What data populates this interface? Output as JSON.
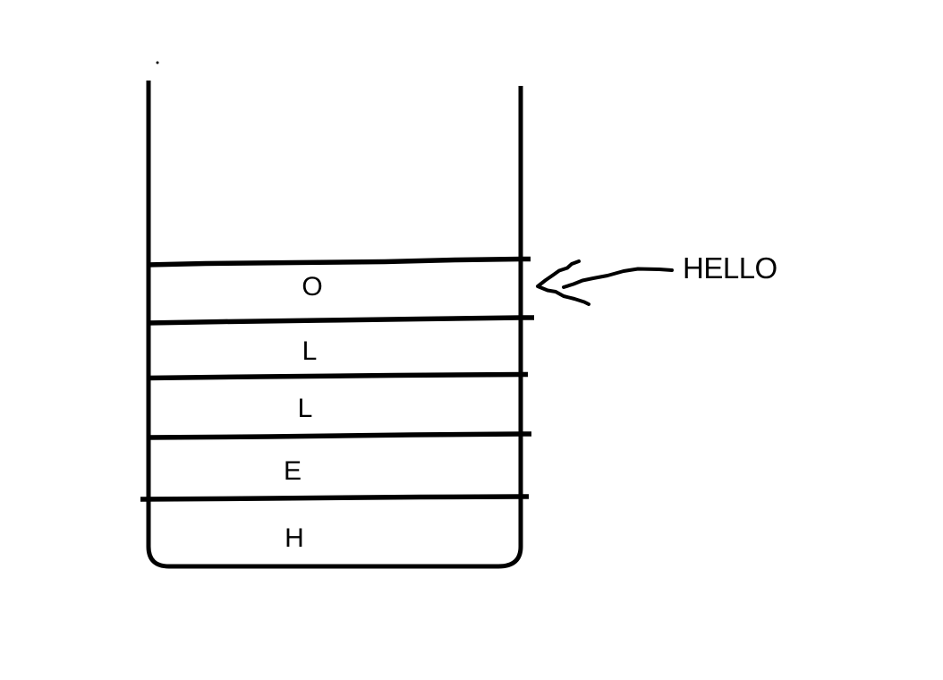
{
  "canvas": {
    "background": "#ffffff",
    "ink": "#000000"
  },
  "stack": {
    "cells_top_to_bottom": [
      {
        "label": "O"
      },
      {
        "label": "L"
      },
      {
        "label": "L"
      },
      {
        "label": "E"
      },
      {
        "label": "H"
      }
    ]
  },
  "annotation": {
    "label": "HELLO",
    "arrow_icon": "hand-drawn-left-arrow"
  }
}
